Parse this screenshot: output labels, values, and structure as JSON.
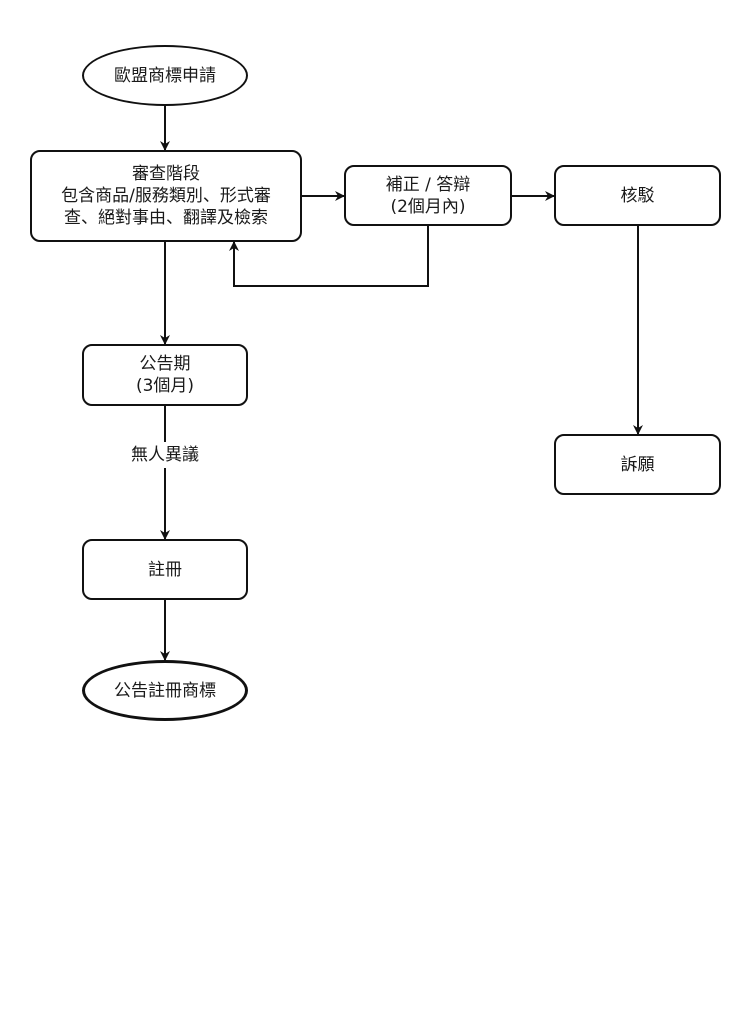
{
  "diagram": {
    "type": "flowchart",
    "nodes": {
      "start": {
        "shape": "ellipse",
        "label": "歐盟商標申請"
      },
      "exam": {
        "shape": "rounded-rect",
        "title": "審查階段",
        "line2": "包含商品/服務類別、形式審",
        "line3": "查、絕對事由、翻譯及檢索"
      },
      "amend": {
        "shape": "rounded-rect",
        "line1": "補正 / 答辯",
        "line2": "(2個月內)"
      },
      "verify": {
        "shape": "rounded-rect",
        "label": "核駁"
      },
      "appeal": {
        "shape": "rounded-rect",
        "label": "訴願"
      },
      "publication": {
        "shape": "rounded-rect",
        "line1": "公告期",
        "line2": "(3個月)"
      },
      "register": {
        "shape": "rounded-rect",
        "label": "註冊"
      },
      "end": {
        "shape": "ellipse",
        "label": "公告註冊商標"
      }
    },
    "edges": [
      {
        "from": "start",
        "to": "exam"
      },
      {
        "from": "exam",
        "to": "amend"
      },
      {
        "from": "amend",
        "to": "verify"
      },
      {
        "from": "amend",
        "to": "exam",
        "label": ""
      },
      {
        "from": "verify",
        "to": "appeal"
      },
      {
        "from": "exam",
        "to": "publication"
      },
      {
        "from": "publication",
        "to": "register",
        "label": "無人異議"
      },
      {
        "from": "register",
        "to": "end"
      }
    ],
    "edge_labels": {
      "no_opposition": "無人異議"
    }
  }
}
